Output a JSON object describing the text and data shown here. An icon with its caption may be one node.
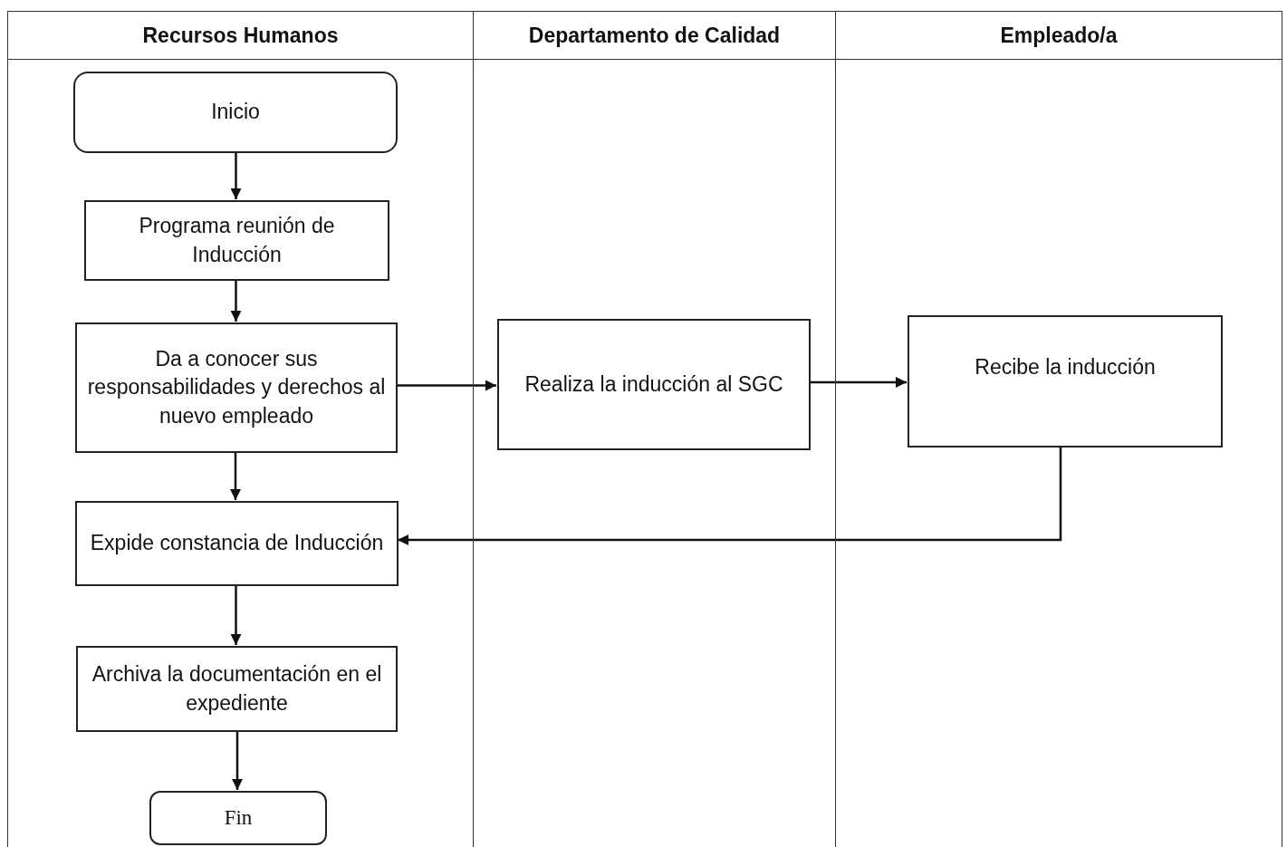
{
  "diagram": {
    "nodes": [
      {
        "text": [
          "Recursos Humanos"
        ]
      },
      {
        "text": [
          "Departamento de Calidad"
        ]
      },
      {
        "text": [
          "Empleado/a"
        ]
      },
      {
        "text": [
          "Inicio"
        ],
        "in": 0
      },
      {
        "text": [
          "Programa reunión de Inducción"
        ],
        "in": 0
      },
      {
        "text": [
          "Da a conocer sus responsabilidades y derechos al nuevo empleado"
        ],
        "in": 0
      },
      {
        "text": [
          "Expide constancia de Inducción"
        ],
        "in": 0
      },
      {
        "text": [
          "Archiva la documentación en el expediente"
        ],
        "in": 0
      },
      {
        "text": [
          "Fin"
        ],
        "in": 0
      },
      {
        "text": [
          "Realiza la inducción al SGC"
        ],
        "in": 1
      },
      {
        "text": [
          "Recibe la inducción"
        ],
        "in": 2
      }
    ],
    "edges": [
      {
        "from": 3,
        "to": 4,
        "arrow": "to"
      },
      {
        "from": 4,
        "to": 5,
        "arrow": "to"
      },
      {
        "from": 5,
        "to": 9,
        "arrow": "to"
      },
      {
        "from": 9,
        "to": 10,
        "arrow": "to"
      },
      {
        "from": 10,
        "to": 6,
        "arrow": "to"
      },
      {
        "from": 5,
        "to": 6,
        "arrow": "to"
      },
      {
        "from": 6,
        "to": 7,
        "arrow": "to"
      },
      {
        "from": 7,
        "to": 8,
        "arrow": "to"
      }
    ]
  }
}
